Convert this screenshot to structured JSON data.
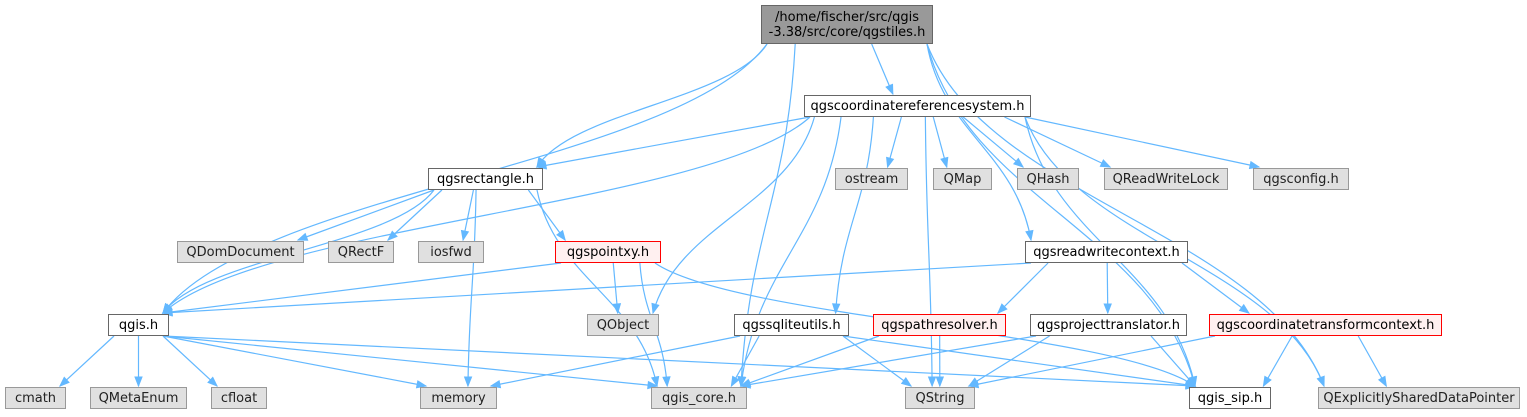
{
  "graph": {
    "colors": {
      "edge": "#63b8ff",
      "root_fill": "#999999",
      "file_fill": "#ffffff",
      "external_fill": "#e0e0e0",
      "truncated_border": "#ff0000"
    },
    "nodes": [
      {
        "id": "root",
        "label": "/home/fischer/src/qgis\n-3.38/src/core/qgstiles.h",
        "kind": "root"
      },
      {
        "id": "crs",
        "label": "qgscoordinatereferencesystem.h",
        "kind": "file"
      },
      {
        "id": "rect",
        "label": "qgsrectangle.h",
        "kind": "file"
      },
      {
        "id": "ostream",
        "label": "ostream",
        "kind": "external"
      },
      {
        "id": "qmap",
        "label": "QMap",
        "kind": "external"
      },
      {
        "id": "qhash",
        "label": "QHash",
        "kind": "external"
      },
      {
        "id": "qrwlock",
        "label": "QReadWriteLock",
        "kind": "external"
      },
      {
        "id": "qgsconfig",
        "label": "qgsconfig.h",
        "kind": "external"
      },
      {
        "id": "qdomdoc",
        "label": "QDomDocument",
        "kind": "external"
      },
      {
        "id": "qrectf",
        "label": "QRectF",
        "kind": "external"
      },
      {
        "id": "iosfwd",
        "label": "iosfwd",
        "kind": "external"
      },
      {
        "id": "pointxy",
        "label": "qgspointxy.h",
        "kind": "truncated"
      },
      {
        "id": "rwctx",
        "label": "qgsreadwritecontext.h",
        "kind": "file"
      },
      {
        "id": "qgis",
        "label": "qgis.h",
        "kind": "file"
      },
      {
        "id": "qobject",
        "label": "QObject",
        "kind": "external"
      },
      {
        "id": "sqlite",
        "label": "qgssqliteutils.h",
        "kind": "file"
      },
      {
        "id": "pathres",
        "label": "qgspathresolver.h",
        "kind": "truncated"
      },
      {
        "id": "projtr",
        "label": "qgsprojecttranslator.h",
        "kind": "file"
      },
      {
        "id": "cttctx",
        "label": "qgscoordinatetransformcontext.h",
        "kind": "truncated"
      },
      {
        "id": "cmath",
        "label": "cmath",
        "kind": "external"
      },
      {
        "id": "qmetaenum",
        "label": "QMetaEnum",
        "kind": "external"
      },
      {
        "id": "cfloat",
        "label": "cfloat",
        "kind": "external"
      },
      {
        "id": "memory",
        "label": "memory",
        "kind": "external"
      },
      {
        "id": "qgiscore",
        "label": "qgis_core.h",
        "kind": "external"
      },
      {
        "id": "qstring",
        "label": "QString",
        "kind": "external"
      },
      {
        "id": "qgissip",
        "label": "qgis_sip.h",
        "kind": "file"
      },
      {
        "id": "qesdp",
        "label": "QExplicitlySharedDataPointer",
        "kind": "external"
      }
    ],
    "edges": [
      [
        "root",
        "crs"
      ],
      [
        "root",
        "rect"
      ],
      [
        "root",
        "qgis"
      ],
      [
        "root",
        "rwctx"
      ],
      [
        "root",
        "qgiscore"
      ],
      [
        "root",
        "qgissip"
      ],
      [
        "root",
        "qesdp"
      ],
      [
        "crs",
        "rect"
      ],
      [
        "crs",
        "ostream"
      ],
      [
        "crs",
        "qmap"
      ],
      [
        "crs",
        "qhash"
      ],
      [
        "crs",
        "qrwlock"
      ],
      [
        "crs",
        "qgsconfig"
      ],
      [
        "crs",
        "qgis"
      ],
      [
        "crs",
        "qobject"
      ],
      [
        "crs",
        "sqlite"
      ],
      [
        "crs",
        "qgiscore"
      ],
      [
        "crs",
        "qgissip"
      ],
      [
        "crs",
        "qesdp"
      ],
      [
        "crs",
        "qstring"
      ],
      [
        "rect",
        "qdomdoc"
      ],
      [
        "rect",
        "qrectf"
      ],
      [
        "rect",
        "iosfwd"
      ],
      [
        "rect",
        "pointxy"
      ],
      [
        "rect",
        "qgis"
      ],
      [
        "rect",
        "qgiscore"
      ],
      [
        "rect",
        "memory"
      ],
      [
        "pointxy",
        "qgis"
      ],
      [
        "pointxy",
        "qobject"
      ],
      [
        "pointxy",
        "qgiscore"
      ],
      [
        "pointxy",
        "qgissip"
      ],
      [
        "rwctx",
        "qgis"
      ],
      [
        "rwctx",
        "pathres"
      ],
      [
        "rwctx",
        "projtr"
      ],
      [
        "rwctx",
        "cttctx"
      ],
      [
        "qgis",
        "cmath"
      ],
      [
        "qgis",
        "qmetaenum"
      ],
      [
        "qgis",
        "cfloat"
      ],
      [
        "qgis",
        "memory"
      ],
      [
        "qgis",
        "qgiscore"
      ],
      [
        "qgis",
        "qgissip"
      ],
      [
        "sqlite",
        "memory"
      ],
      [
        "sqlite",
        "qgiscore"
      ],
      [
        "sqlite",
        "qstring"
      ],
      [
        "sqlite",
        "qgissip"
      ],
      [
        "pathres",
        "qgiscore"
      ],
      [
        "pathres",
        "qstring"
      ],
      [
        "projtr",
        "qgiscore"
      ],
      [
        "projtr",
        "qstring"
      ],
      [
        "projtr",
        "qgissip"
      ],
      [
        "cttctx",
        "qstring"
      ],
      [
        "cttctx",
        "qgissip"
      ],
      [
        "cttctx",
        "qesdp"
      ]
    ]
  }
}
